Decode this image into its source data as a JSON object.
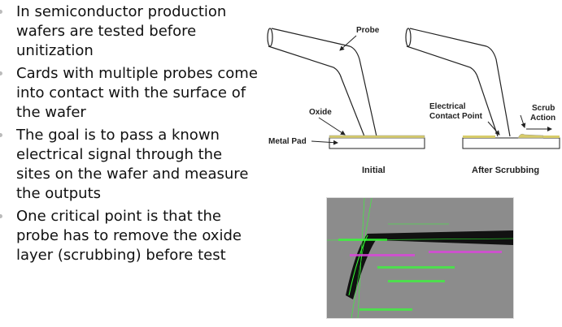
{
  "bullets": [
    "In semiconductor production wafers are tested before unitization",
    "Cards with multiple probes come into contact with the surface of the wafer",
    "The goal is to pass a known electrical signal through the sites on the wafer and measure the outputs",
    "One critical point is that the probe has to remove the oxide layer (scrubbing) before test"
  ],
  "diagram": {
    "probe_label": "Probe",
    "oxide_label": "Oxide",
    "metal_pad_label": "Metal Pad",
    "initial_caption": "Initial",
    "contact_label_1": "Electrical",
    "contact_label_2": "Contact Point",
    "scrub_label_1": "Scrub",
    "scrub_label_2": "Action",
    "after_caption": "After Scrubbing"
  },
  "colors": {
    "oxide": "#d8cc6a",
    "photo_bg": "#8c8c8c",
    "overlay_green": "#33ff33",
    "overlay_magenta": "#dd44dd"
  }
}
